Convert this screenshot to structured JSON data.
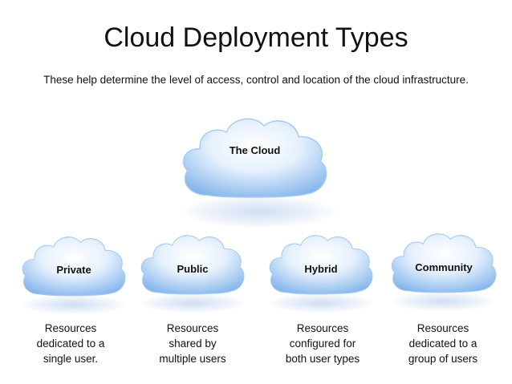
{
  "title": "Cloud Deployment Types",
  "subtitle": "These help determine the level of access, control and location of the cloud infrastructure.",
  "main_cloud": {
    "label": "The Cloud"
  },
  "types": [
    {
      "label": "Private",
      "description": [
        "Resources",
        "dedicated to a",
        "single user."
      ]
    },
    {
      "label": "Public",
      "description": [
        "Resources",
        "shared by",
        "multiple users"
      ]
    },
    {
      "label": "Hybrid",
      "description": [
        "Resources",
        "configured for",
        "both user types"
      ]
    },
    {
      "label": "Community",
      "description": [
        "Resources",
        "dedicated to a",
        "group of users"
      ]
    }
  ],
  "colors": {
    "cloud_light": "#f4f9ff",
    "cloud_dark": "#7fb0ea",
    "cloud_edge": "#8bb6e6"
  }
}
